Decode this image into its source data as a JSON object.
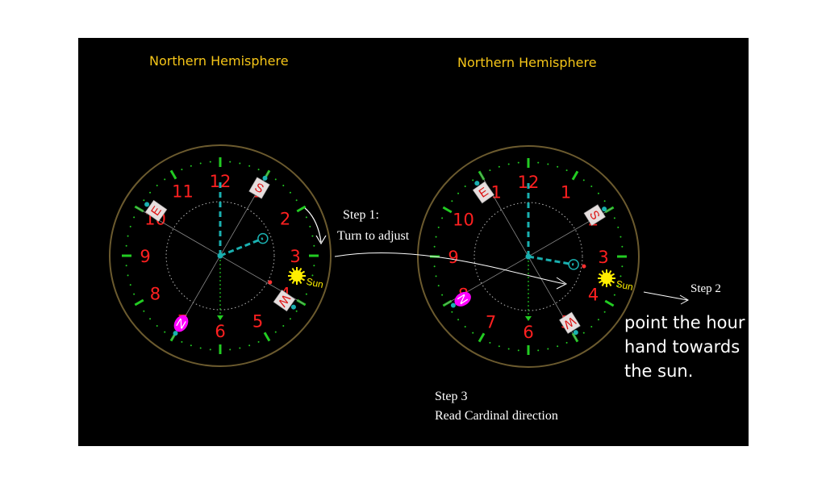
{
  "colors": {
    "background": "#000000",
    "hemisphere_text": "#f5c518",
    "numeral": "#ff2020",
    "tick": "#22cc22",
    "hand": "#1ab0b0",
    "sun": "#ffee00",
    "n_marker": "#ff00ff",
    "bezel": "#6b5a2e"
  },
  "numerals": [
    "12",
    "1",
    "2",
    "3",
    "4",
    "5",
    "6",
    "7",
    "8",
    "9",
    "10",
    "11"
  ],
  "clocks": [
    {
      "name": "left-clock",
      "hemisphere": "Northern Hemisphere",
      "cardinals": {
        "E": "E",
        "S": "S",
        "W": "W",
        "N": "N"
      },
      "sun_label": "Sun"
    },
    {
      "name": "right-clock",
      "hemisphere": "Northern Hemisphere",
      "cardinals": {
        "E": "E",
        "S": "S",
        "W": "W",
        "N": "N"
      },
      "sun_label": "Sun"
    }
  ],
  "steps": {
    "step1_title": "Step 1:",
    "step1_text": "Turn to adjust",
    "step2_title": "Step 2",
    "step2_lines": [
      "point the hour",
      "hand towards",
      "the sun."
    ],
    "step3_title": "Step 3",
    "step3_text": "Read Cardinal direction"
  },
  "icons": {
    "sun": "sun-icon",
    "rotate_arrow": "curved-arrow-icon",
    "pointer_arrow": "arrow-icon"
  }
}
